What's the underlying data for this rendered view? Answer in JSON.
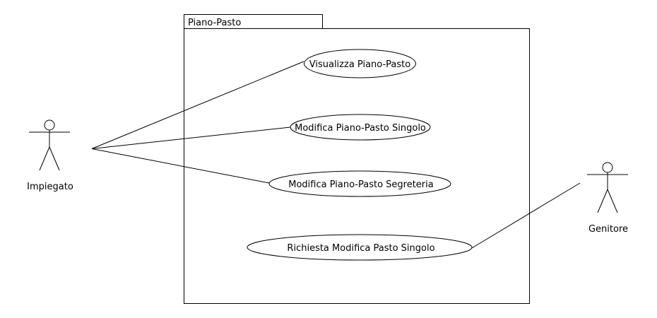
{
  "package": {
    "name": "Piano-Pasto"
  },
  "use_cases": [
    {
      "label": "Visualizza Piano-Pasto"
    },
    {
      "label": "Modifica Piano-Pasto Singolo"
    },
    {
      "label": "Modifica Piano-Pasto Segreteria"
    },
    {
      "label": "Richiesta Modifica Pasto Singolo"
    }
  ],
  "actors": [
    {
      "name": "Impiegato"
    },
    {
      "name": "Genitore"
    }
  ],
  "colors": {
    "stroke": "#000000",
    "background": "#ffffff"
  }
}
